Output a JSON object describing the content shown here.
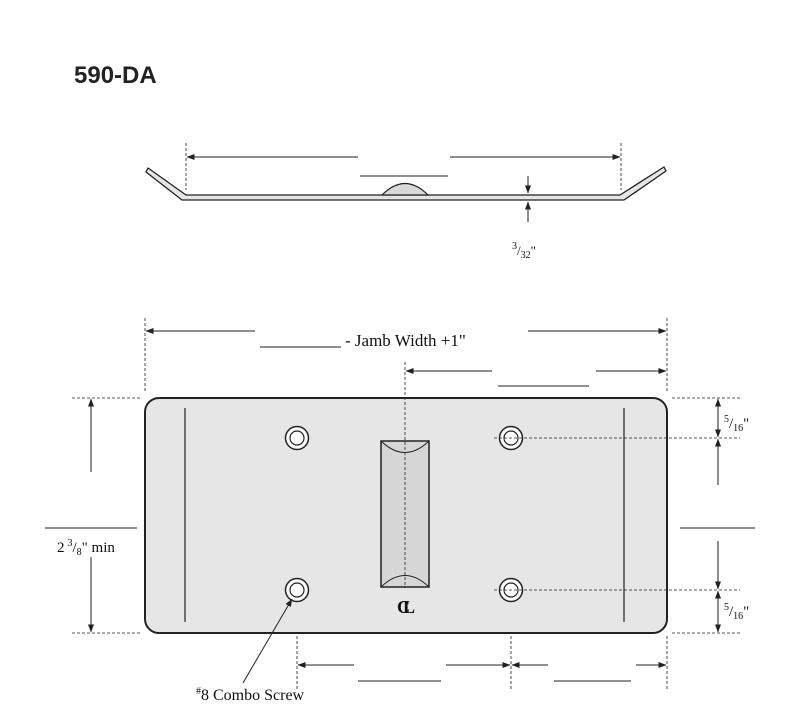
{
  "title": "590-DA",
  "side_view": {
    "thickness_num": "3",
    "thickness_den": "32",
    "thickness_unit": "\""
  },
  "plan_view": {
    "overall_width_label": "- Jamb Width +1\"",
    "height_whole": "2",
    "height_num": "3",
    "height_den": "8",
    "height_suffix": "\" min",
    "hole_offset_top_num": "5",
    "hole_offset_top_den": "16",
    "hole_offset_top_unit": "\"",
    "hole_offset_bottom_num": "5",
    "hole_offset_bottom_den": "16",
    "hole_offset_bottom_unit": "\"",
    "centerline_symbol": "CL",
    "screw_prefix": "#",
    "screw_label": "8 Combo Screw"
  },
  "colors": {
    "plate_fill": "#e6e6e6",
    "line": "#222222"
  }
}
